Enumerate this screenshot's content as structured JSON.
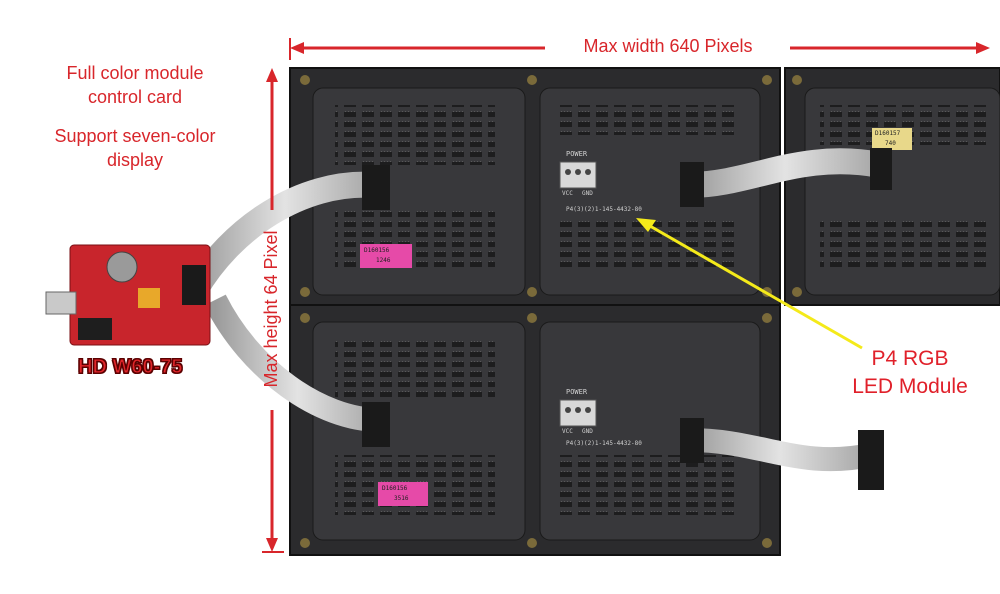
{
  "notes": {
    "card_line1": "Full color module",
    "card_line2": "control card",
    "seven_line1": "Support seven-color",
    "seven_line2": "display"
  },
  "dimensions": {
    "width_label": "Max width 640 Pixels",
    "height_label": "Max height 64 Pixel"
  },
  "module": {
    "line1": "P4 RGB",
    "line2": "LED Module"
  },
  "control_card": {
    "model_label": "HD W60-75"
  },
  "board_print": {
    "power": "POWER",
    "vcc": "VCC",
    "gnd": "GND",
    "part_number": "P4(3)(2)1-145-4432-80",
    "sticker_a1": "D160156",
    "sticker_a2": "1246",
    "sticker_b1": "D160156",
    "sticker_b2": "3516",
    "sticker_c1": "D160157",
    "sticker_c2": "740"
  },
  "colors": {
    "accent_red": "#d8262b",
    "arrow_yellow": "#f4ea1a",
    "panel_dark": "#2a2a2c",
    "card_red": "#c8252c"
  }
}
